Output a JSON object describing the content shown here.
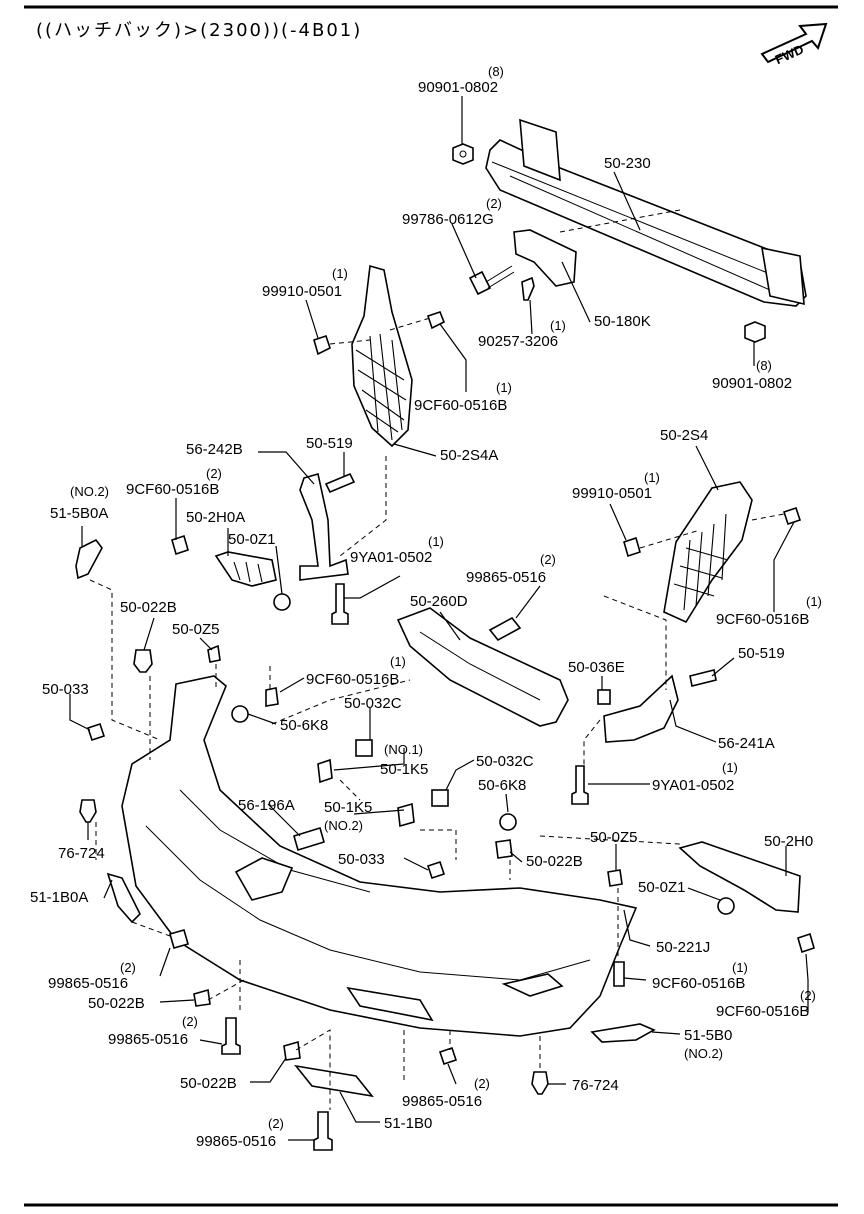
{
  "header": {
    "title": "((ハッチバック)>(2300))(-4B01)"
  },
  "fwd_badge": {
    "text": "FWD"
  },
  "callouts": {
    "c01": {
      "code": "90901-0802",
      "qty": "(8)"
    },
    "c02": {
      "code": "50-230",
      "qty": ""
    },
    "c03": {
      "code": "99786-0612G",
      "qty": "(2)"
    },
    "c04": {
      "code": "99910-0501",
      "qty": "(1)"
    },
    "c05": {
      "code": "90257-3206",
      "qty": "(1)"
    },
    "c06": {
      "code": "50-180K",
      "qty": ""
    },
    "c07": {
      "code": "90901-0802",
      "qty": "(8)"
    },
    "c08": {
      "code": "9CF60-0516B",
      "qty": "(1)"
    },
    "c09": {
      "code": "56-242B",
      "qty": ""
    },
    "c10": {
      "code": "50-519",
      "qty": ""
    },
    "c11": {
      "code": "50-2S4A",
      "qty": ""
    },
    "c12": {
      "code": "50-2S4",
      "qty": ""
    },
    "c13": {
      "code": "99910-0501",
      "qty": "(1)"
    },
    "c14": {
      "code": "9CF60-0516B",
      "qty": "(2)"
    },
    "c15": {
      "code": "51-5B0A",
      "qty": "(NO.2)"
    },
    "c16": {
      "code": "50-2H0A",
      "qty": ""
    },
    "c17": {
      "code": "50-0Z1",
      "qty": ""
    },
    "c18": {
      "code": "9YA01-0502",
      "qty": "(1)"
    },
    "c19": {
      "code": "99865-0516",
      "qty": "(2)"
    },
    "c20": {
      "code": "9CF60-0516B",
      "qty": "(1)"
    },
    "c21": {
      "code": "50-022B",
      "qty": ""
    },
    "c22": {
      "code": "50-0Z5",
      "qty": ""
    },
    "c23": {
      "code": "50-260D",
      "qty": ""
    },
    "c24": {
      "code": "50-036E",
      "qty": ""
    },
    "c25": {
      "code": "50-519",
      "qty": ""
    },
    "c26": {
      "code": "50-033",
      "qty": ""
    },
    "c27": {
      "code": "9CF60-0516B",
      "qty": "(1)"
    },
    "c28": {
      "code": "50-032C",
      "qty": ""
    },
    "c29": {
      "code": "50-6K8",
      "qty": ""
    },
    "c30": {
      "code": "56-241A",
      "qty": ""
    },
    "c31": {
      "code": "50-1K5",
      "qty": "(NO.1)"
    },
    "c32": {
      "code": "50-032C",
      "qty": ""
    },
    "c33": {
      "code": "9YA01-0502",
      "qty": "(1)"
    },
    "c34": {
      "code": "50-6K8",
      "qty": ""
    },
    "c35": {
      "code": "56-196A",
      "qty": ""
    },
    "c36": {
      "code": "50-1K5",
      "qty": "(NO.2)"
    },
    "c37": {
      "code": "76-724",
      "qty": ""
    },
    "c38": {
      "code": "50-0Z5",
      "qty": ""
    },
    "c39": {
      "code": "50-2H0",
      "qty": ""
    },
    "c40": {
      "code": "50-033",
      "qty": ""
    },
    "c41": {
      "code": "50-022B",
      "qty": ""
    },
    "c42": {
      "code": "50-0Z1",
      "qty": ""
    },
    "c43": {
      "code": "51-1B0A",
      "qty": ""
    },
    "c44": {
      "code": "50-221J",
      "qty": ""
    },
    "c45": {
      "code": "99865-0516",
      "qty": "(2)"
    },
    "c46": {
      "code": "9CF60-0516B",
      "qty": "(1)"
    },
    "c47": {
      "code": "9CF60-0516B",
      "qty": "(2)"
    },
    "c48": {
      "code": "50-022B",
      "qty": ""
    },
    "c49": {
      "code": "99865-0516",
      "qty": "(2)"
    },
    "c50": {
      "code": "51-5B0",
      "qty": "(NO.2)"
    },
    "c51": {
      "code": "50-022B",
      "qty": ""
    },
    "c52": {
      "code": "76-724",
      "qty": ""
    },
    "c53": {
      "code": "99865-0516",
      "qty": "(2)"
    },
    "c54": {
      "code": "51-1B0",
      "qty": ""
    },
    "c55": {
      "code": "99865-0516",
      "qty": "(2)"
    }
  }
}
